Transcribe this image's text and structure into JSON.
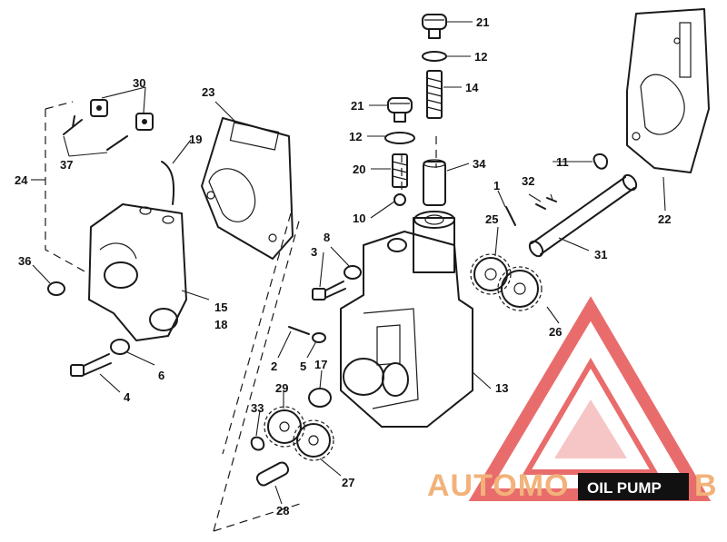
{
  "diagram": {
    "callouts": {
      "c1": "1",
      "c2": "2",
      "c3": "3",
      "c4": "4",
      "c5": "5",
      "c6": "6",
      "c8": "8",
      "c10": "10",
      "c11": "11",
      "c12a": "12",
      "c12b": "12",
      "c13": "13",
      "c14": "14",
      "c15": "15",
      "c17": "17",
      "c18": "18",
      "c19": "19",
      "c20": "20",
      "c21a": "21",
      "c21b": "21",
      "c22": "22",
      "c23": "23",
      "c24": "24",
      "c25": "25",
      "c26": "26",
      "c27": "27",
      "c28": "28",
      "c29": "29",
      "c30": "30",
      "c31": "31",
      "c32": "32",
      "c33": "33",
      "c34": "34",
      "c36": "36",
      "c37": "37"
    }
  },
  "watermark": {
    "brand_left": "AUTOMO",
    "brand_right": "B",
    "badge_label": "OIL PUMP",
    "accent_color": "#e23b3b",
    "text_color": "#f2b27a"
  }
}
